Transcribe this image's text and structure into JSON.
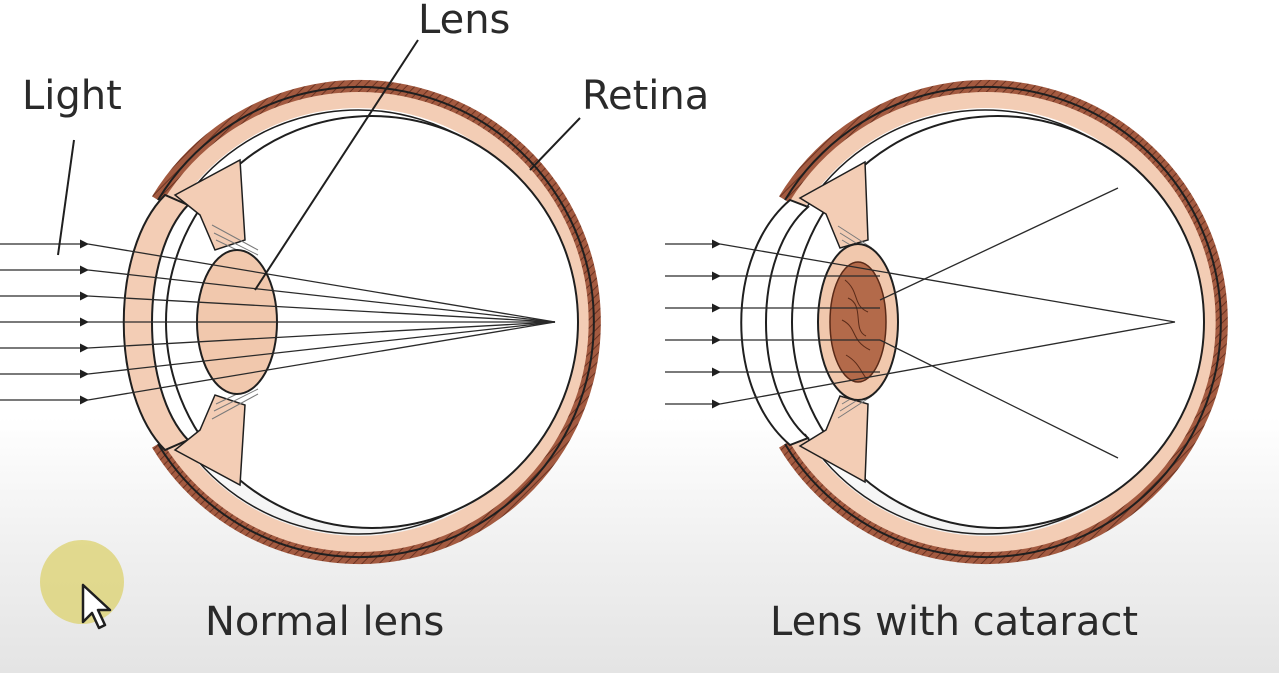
{
  "labels": {
    "light": "Light",
    "lens": "Lens",
    "retina": "Retina",
    "normal_caption": "Normal lens",
    "cataract_caption": "Lens with cataract"
  },
  "colors": {
    "tissue": "#f3cdb5",
    "outer_wall": "#a35a40",
    "outline": "#1f1f1f",
    "lens_fill": "#f1c8ad",
    "cataract_core": "#b36a4a",
    "cursor_highlight": "#dcd26e"
  }
}
